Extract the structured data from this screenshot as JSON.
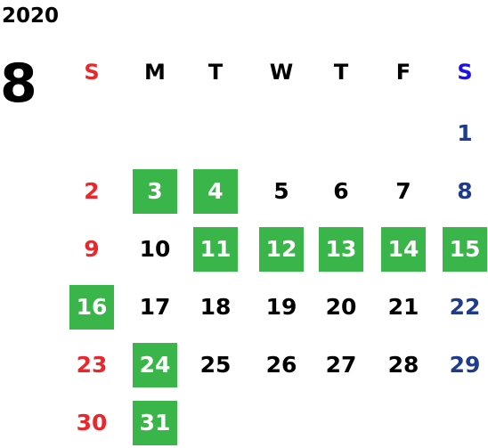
{
  "calendar": {
    "year": "2020",
    "month": "8",
    "weekdays": [
      "S",
      "M",
      "T",
      "W",
      "T",
      "F",
      "S"
    ],
    "days": [
      "",
      "",
      "",
      "",
      "",
      "",
      "1",
      "2",
      "3",
      "4",
      "5",
      "6",
      "7",
      "8",
      "9",
      "10",
      "11",
      "12",
      "13",
      "14",
      "15",
      "16",
      "17",
      "18",
      "19",
      "20",
      "21",
      "22",
      "23",
      "24",
      "25",
      "26",
      "27",
      "28",
      "29",
      "30",
      "31",
      "",
      "",
      "",
      "",
      ""
    ],
    "highlighted": [
      "3",
      "4",
      "11",
      "12",
      "13",
      "14",
      "15",
      "16",
      "24",
      "31"
    ]
  },
  "colors": {
    "sunday": "#e8282d",
    "saturday_header": "#1a12e6",
    "saturday": "#1f3c8c",
    "weekday": "#000000",
    "highlight_bg": "#3ab54a"
  }
}
